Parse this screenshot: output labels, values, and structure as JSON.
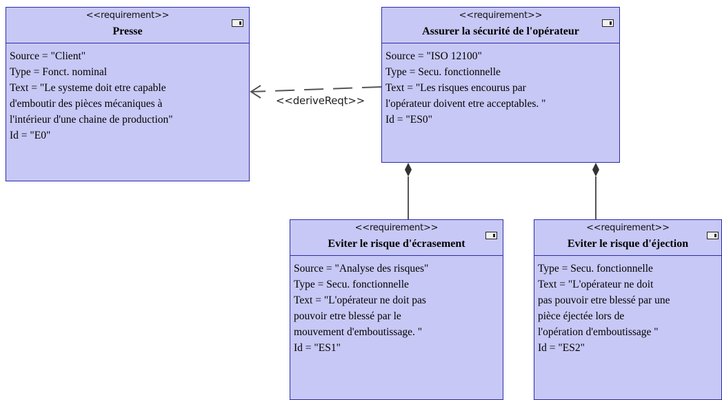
{
  "requirements": {
    "presse": {
      "stereotype": "<<requirement>>",
      "name": "Presse",
      "lines": [
        "Source = \"Client\"",
        "Type = Fonct.  nominal",
        "Text = \"Le  systeme doit etre capable",
        "d'emboutir des pièces mécaniques à",
        "l'intérieur d'une chaine de production\"",
        "Id = \"E0\""
      ]
    },
    "securite": {
      "stereotype": "<<requirement>>",
      "name": "Assurer la sécurité de l'opérateur",
      "lines": [
        "Source = \"ISO  12100\"",
        "Type = Secu.  fonctionnelle",
        "Text = \"Les  risques encourus par",
        "l'opérateur doivent etre acceptables. \"",
        "Id = \"ES0\""
      ]
    },
    "ecrasement": {
      "stereotype": "<<requirement>>",
      "name": "Eviter le risque d'écrasement",
      "lines": [
        "Source = \"Analyse  des risques\"",
        "Type = Secu.  fonctionnelle",
        "Text = \"L'opérateur  ne doit pas",
        "pouvoir etre blessé par le",
        "mouvement d'emboutissage. \"",
        "Id = \"ES1\""
      ]
    },
    "ejection": {
      "stereotype": "<<requirement>>",
      "name": "Eviter le risque d'éjection",
      "lines": [
        "Type = Secu.  fonctionnelle",
        "Text = \"L'opérateur  ne doit",
        "pas pouvoir etre blessé par une",
        "pièce éjectée lors de",
        "l'opération d'emboutissage \"",
        "Id = \"ES2\""
      ]
    }
  },
  "relations": {
    "derive": {
      "label": "<<deriveReqt>>",
      "from": "securite",
      "to": "presse"
    },
    "compositions": [
      {
        "whole": "securite",
        "part": "ecrasement"
      },
      {
        "whole": "securite",
        "part": "ejection"
      }
    ]
  },
  "colors": {
    "box_fill": "#c8c8f6",
    "box_border": "#2b2ba8",
    "edge": "#555555"
  }
}
